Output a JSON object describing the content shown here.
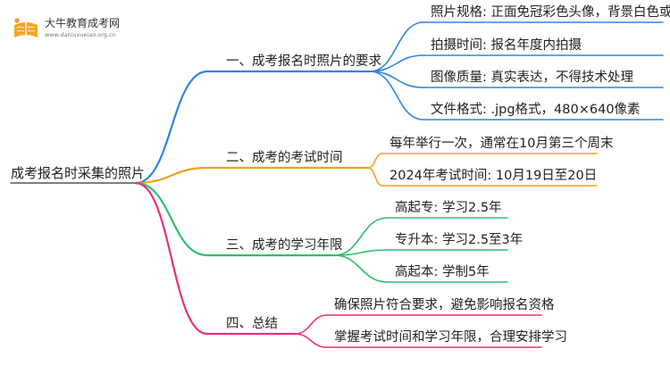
{
  "logo": {
    "icon": "book-logo-icon",
    "title": "大牛教育成考网",
    "url": "www.daniuxueiao.org.cn"
  },
  "mindmap": {
    "root": "成考报名时采集的照片",
    "branches": [
      {
        "label": "一、成考报名时照片的要求",
        "color": "#2f86e0",
        "children": [
          "照片规格: 正面免冠彩色头像，背景白色或蓝色",
          "拍摄时间: 报名年度内拍摄",
          "图像质量: 真实表达，不得技术处理",
          "文件格式: .jpg格式，480×640像素"
        ]
      },
      {
        "label": "二、成考的考试时间",
        "color": "#f0a21c",
        "children": [
          "每年举行一次，通常在10月第三个周末",
          "2024年考试时间: 10月19日至20日"
        ]
      },
      {
        "label": "三、成考的学习年限",
        "color": "#2cc06a",
        "children": [
          "高起专: 学习2.5年",
          "专升本: 学习2.5至3年",
          "高起本: 学制5年"
        ]
      },
      {
        "label": "四、总结",
        "color": "#e8307a",
        "children": [
          "确保照片符合要求，避免影响报名资格",
          "掌握考试时间和学习年限，合理安排学习"
        ]
      }
    ]
  }
}
